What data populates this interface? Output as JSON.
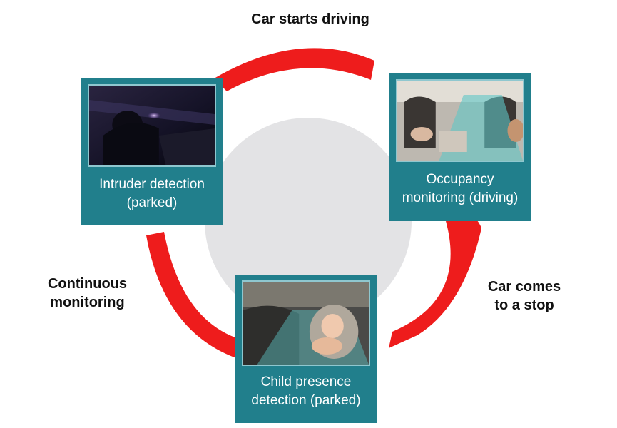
{
  "transitions": {
    "top": "Car starts driving",
    "right": [
      "Car comes",
      "to a stop"
    ],
    "left": [
      "Continuous",
      "monitoring"
    ]
  },
  "cards": [
    {
      "id": "intruder",
      "caption": [
        "Intruder detection",
        "(parked)"
      ]
    },
    {
      "id": "occupancy",
      "caption": [
        "Occupancy",
        "monitoring (driving)"
      ]
    },
    {
      "id": "child",
      "caption": [
        "Child presence",
        "detection (parked)"
      ]
    }
  ],
  "colors": {
    "arrow": "#ee1c1c",
    "card": "#217f8c",
    "center_circle": "#e3e3e5"
  }
}
